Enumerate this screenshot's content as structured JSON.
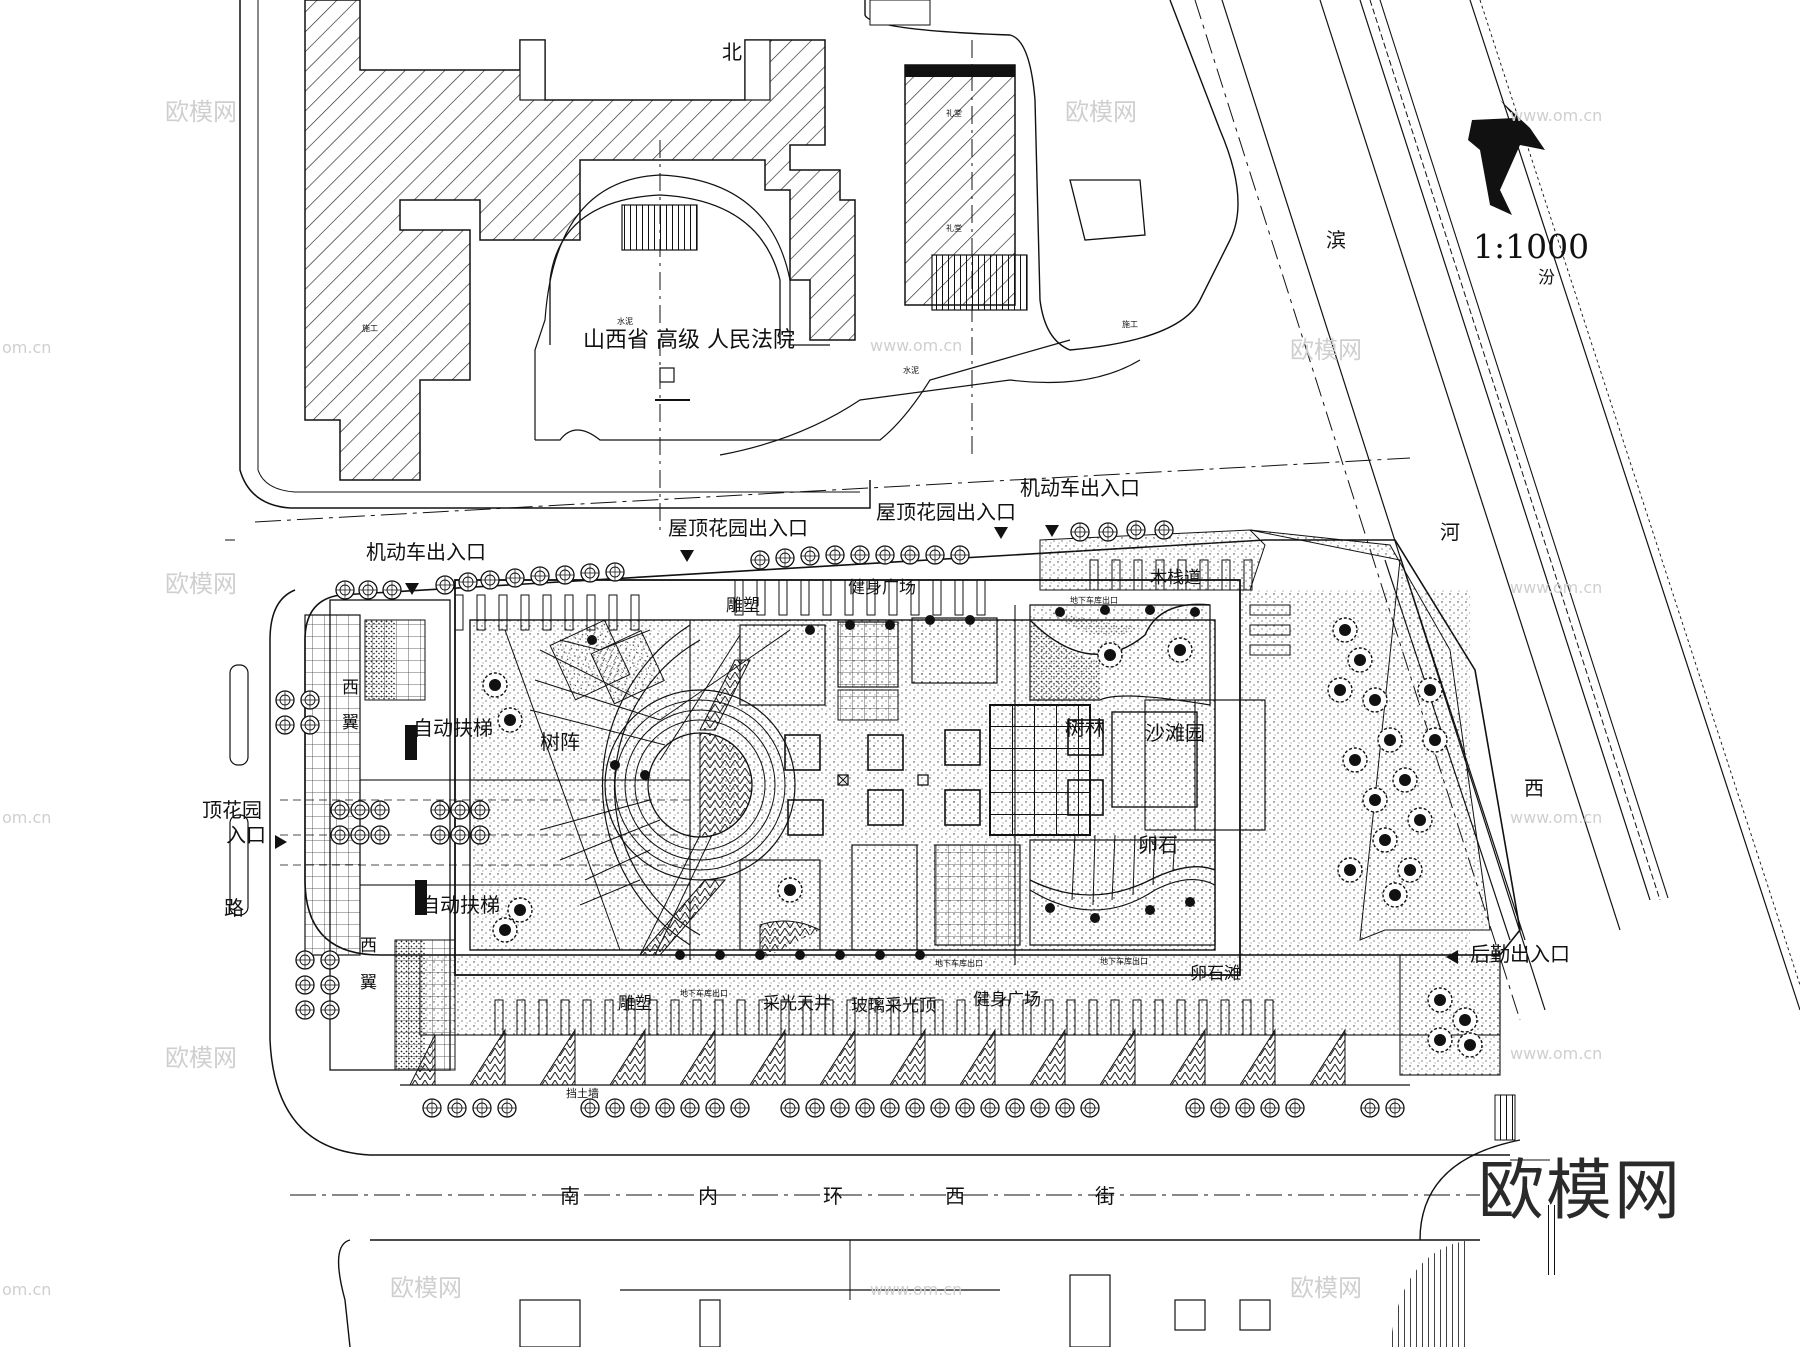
{
  "north_label": "北",
  "scale": "1:1000",
  "scale_sub": "汾",
  "court": {
    "name": "山西省 高级 人民法院",
    "tag_water_1": "水泥",
    "tag_water_2": "水泥",
    "tag_work_1": "施工",
    "tag_work_2": "施工",
    "tag_room_1": "礼堂",
    "tag_room_2": "礼堂"
  },
  "entrances": {
    "roof_left": "屋顶花园出入口",
    "roof_right": "屋顶花园出入口",
    "vehicle_top": "机动车出入口",
    "vehicle_left": "机动车出入口",
    "roof_west_1": "顶花园",
    "roof_west_2": "入口",
    "logistics": "后勤出入口"
  },
  "areas": {
    "escalator_1": "自动扶梯",
    "escalator_2": "自动扶梯",
    "west_wing_1": "西",
    "west_wing_2": "翼",
    "west_wing_3": "西",
    "west_wing_4": "翼",
    "sculpture_top": "雕塑",
    "fitness_top": "健身广场",
    "exit_top": "地下车库出口",
    "tree_array": "树阵",
    "grove": "树林",
    "beach": "沙滩园",
    "wood_deck": "木栈道",
    "stone": "卵石",
    "retaining_wall": "挡土墙",
    "sculpture_bottom": "雕塑",
    "skylight": "采光天井",
    "glass": "玻璃采光顶",
    "fitness_bottom": "健身广场",
    "pebble": "卵石滩",
    "exit_small_1": "地下车库出口",
    "exit_small_2": "地下车库出口",
    "exit_small_3": "地下车库出口"
  },
  "streets": {
    "south": [
      "南",
      "内",
      "环",
      "西",
      "街"
    ],
    "east": [
      "滨",
      "河",
      "西"
    ],
    "west": "路"
  },
  "watermarks": {
    "logo": "欧模网",
    "url": "www.om.cn",
    "url_short": "om.cn"
  }
}
